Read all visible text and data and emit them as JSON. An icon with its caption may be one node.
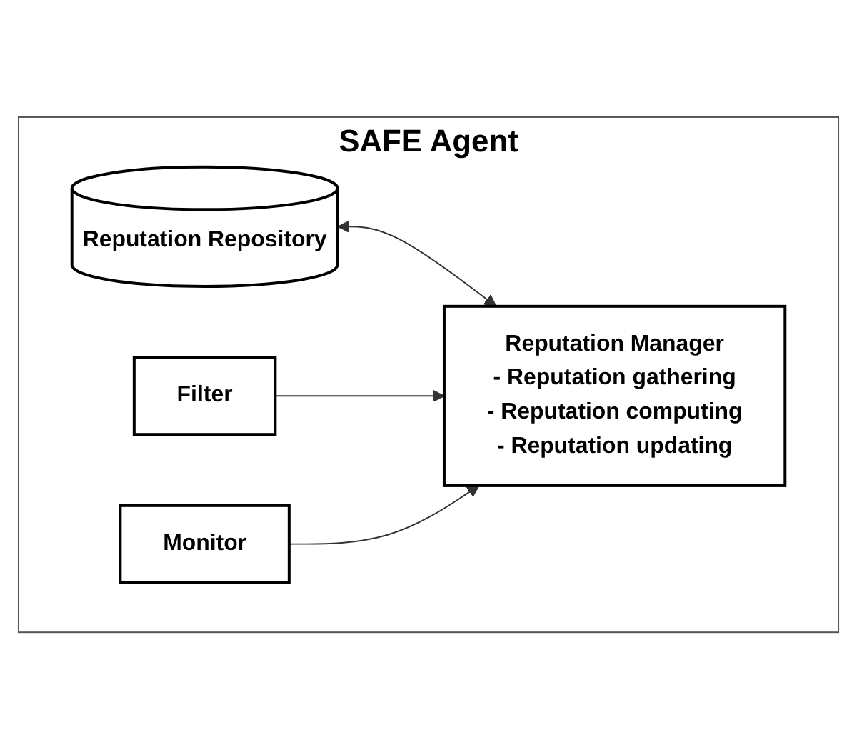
{
  "diagram": {
    "nodes": [
      {
        "text": [
          "SAFE Agent"
        ]
      },
      {
        "text": [
          "Reputation Repository"
        ],
        "in": 0
      },
      {
        "text": [
          "Filter"
        ],
        "in": 0
      },
      {
        "text": [
          "Reputation Manager",
          "- Reputation gathering",
          "- Reputation computing",
          "- Reputation updating"
        ],
        "in": 0
      },
      {
        "text": [
          "Monitor"
        ],
        "in": 0
      }
    ],
    "edges": [
      {
        "from": 1,
        "to": 3,
        "arrow": "both"
      },
      {
        "from": 2,
        "to": 3,
        "arrow": "to"
      },
      {
        "from": 4,
        "to": 3,
        "arrow": "to"
      }
    ]
  }
}
